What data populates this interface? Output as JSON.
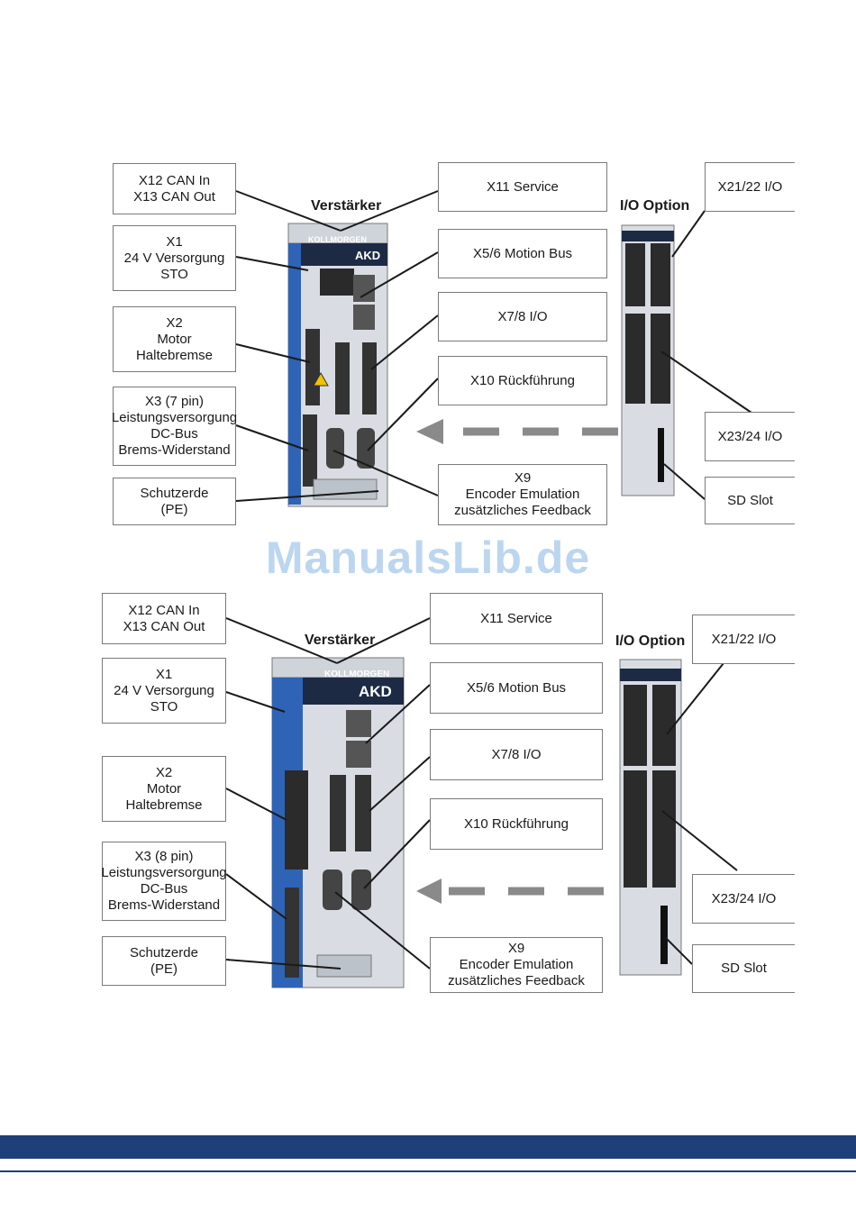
{
  "watermark": "ManualsLib.de",
  "figure_top": {
    "amplifier_caption": "Verstärker",
    "option_caption": "I/O Option",
    "brand": "KOLLMORGEN",
    "model": "AKD",
    "left_labels": [
      "X12 CAN In\nX13 CAN Out",
      "X1\n24 V Versorgung\nSTO",
      "X2\nMotor\nHaltebremse",
      "X3 (7 pin)\nLeistungsversorgung\nDC-Bus\nBrems-Widerstand",
      "Schutzerde\n(PE)"
    ],
    "center_labels": [
      "X11 Service",
      "X5/6 Motion Bus",
      "X7/8 I/O",
      "X10 Rückführung",
      "X9\nEncoder Emulation\nzusätzliches Feedback"
    ],
    "right_labels": [
      "X21/22 I/O",
      "X23/24 I/O",
      "SD Slot"
    ]
  },
  "figure_bottom": {
    "amplifier_caption": "Verstärker",
    "option_caption": "I/O Option",
    "brand": "KOLLMORGEN",
    "model": "AKD",
    "left_labels": [
      "X12 CAN In\nX13 CAN Out",
      "X1\n24 V Versorgung\nSTO",
      "X2\nMotor\nHaltebremse",
      "X3 (8 pin)\nLeistungsversorgung\nDC-Bus\nBrems-Widerstand",
      "Schutzerde\n(PE)"
    ],
    "center_labels": [
      "X11 Service",
      "X5/6 Motion Bus",
      "X7/8 I/O",
      "X10 Rückführung",
      "X9\nEncoder Emulation\nzusätzliches Feedback"
    ],
    "right_labels": [
      "X21/22 I/O",
      "X23/24 I/O",
      "SD Slot"
    ]
  },
  "colors": {
    "brand_blue": "#2f63b6",
    "footer_blue": "#1e3f7a",
    "arrow_gray": "#8a8a8a"
  }
}
